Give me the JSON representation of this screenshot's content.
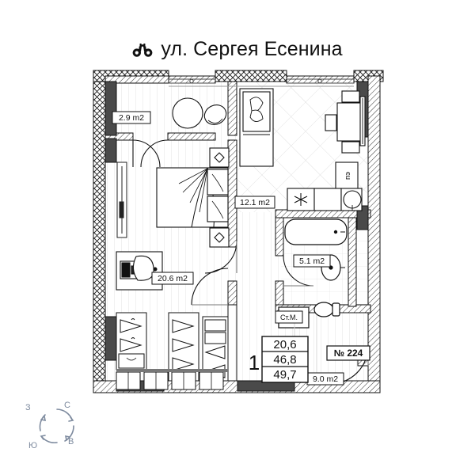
{
  "header": {
    "title": "ул. Сергея Есенина",
    "icon": "binoculars-icon"
  },
  "plan": {
    "apartment_number": "№ 224",
    "rooms_count": "1",
    "areas": {
      "living_area": "20,6",
      "total_area": "46,8",
      "total_with_balcony": "49,7"
    },
    "room_labels": [
      {
        "name": "balcony",
        "text": "2.9 m2"
      },
      {
        "name": "kitchen-living",
        "text": "12.1 m2"
      },
      {
        "name": "bedroom",
        "text": "20.6 m2"
      },
      {
        "name": "bathroom",
        "text": "5.1 m2"
      },
      {
        "name": "hall",
        "text": "9.0 m2"
      }
    ],
    "equipment_labels": [
      {
        "name": "washing-machine",
        "text": "Ст.М."
      },
      {
        "name": "electrical-panel",
        "text": "пэ"
      }
    ]
  },
  "compass": {
    "north": "С",
    "south": "Ю",
    "west": "З",
    "east": "В",
    "color": "#7d8a9e"
  },
  "colors": {
    "ink": "#111111",
    "wall_fill": "#4a4a4a",
    "light_line": "#c9c9c9",
    "label_bg": "#ffffff",
    "compass": "#7d8a9e"
  }
}
